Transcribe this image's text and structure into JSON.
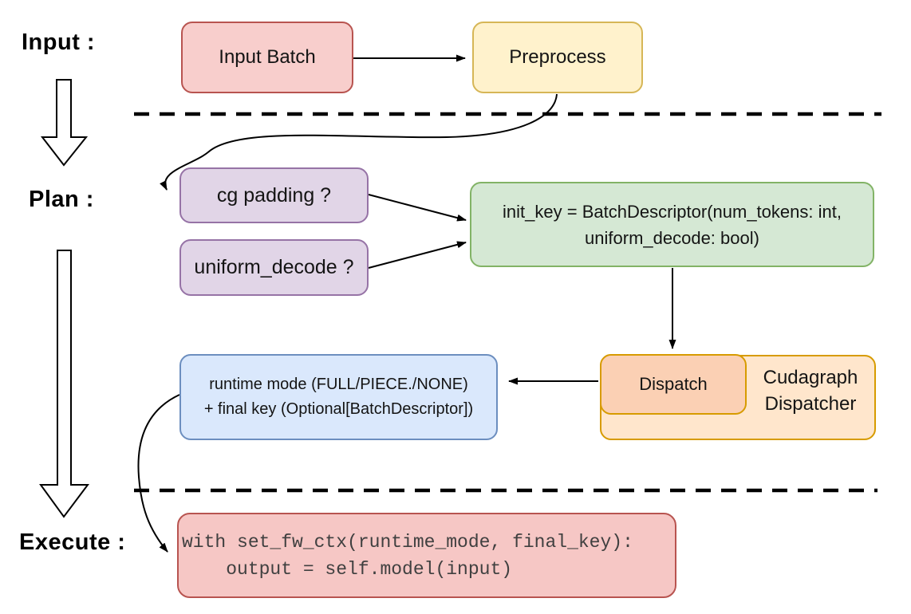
{
  "canvas": {
    "background": "#ffffff",
    "connector_color": "#000000"
  },
  "stage_labels": {
    "input": "Input :",
    "plan": "Plan :",
    "execute": "Execute :"
  },
  "nodes": {
    "input_batch": {
      "label": "Input Batch",
      "fill": "#f8cecc",
      "stroke": "#b85450"
    },
    "preprocess": {
      "label": "Preprocess",
      "fill": "#fff2cc",
      "stroke": "#d6b656"
    },
    "cg_padding": {
      "label": "cg padding ?",
      "fill": "#e1d5e7",
      "stroke": "#9673a6"
    },
    "uniform_decode": {
      "label": "uniform_decode ?",
      "fill": "#e1d5e7",
      "stroke": "#9673a6"
    },
    "init_key": {
      "line1": "init_key = BatchDescriptor(num_tokens: int,",
      "line2": "uniform_decode: bool)",
      "fill": "#d5e8d4",
      "stroke": "#82b366"
    },
    "dispatch": {
      "label": "Dispatch",
      "fill": "#fbd0b4",
      "stroke": "#d79b00"
    },
    "cudagraph_dispatcher": {
      "line1": "Cudagraph",
      "line2": "Dispatcher",
      "fill": "#ffe6cc",
      "stroke": "#d79b00"
    },
    "runtime_result": {
      "line1": "runtime mode (FULL/PIECE./NONE)",
      "line2": "+ final key (Optional[BatchDescriptor])",
      "fill": "#dae8fc",
      "stroke": "#6c8ebf"
    },
    "execute_code": {
      "line1": "with set_fw_ctx(runtime_mode, final_key):",
      "line2": "    output = self.model(input)",
      "fill": "#f6c7c5",
      "stroke": "#b85450",
      "text_color": "#404040"
    }
  }
}
